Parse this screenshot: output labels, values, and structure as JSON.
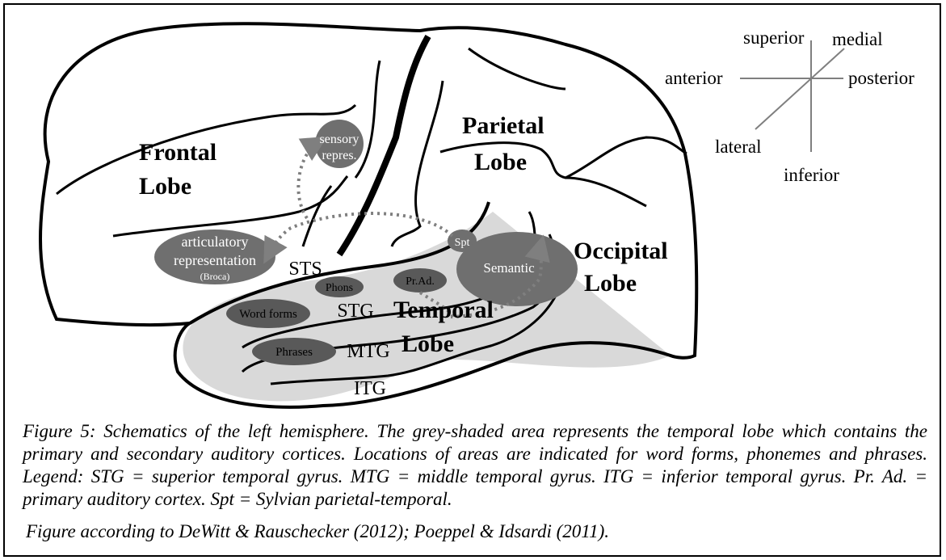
{
  "diagram": {
    "lobes": {
      "frontal": [
        "Frontal",
        "Lobe"
      ],
      "parietal": [
        "Parietal",
        "Lobe"
      ],
      "occipital": [
        "Occipital",
        "Lobe"
      ],
      "temporal": [
        "Temporal",
        "Lobe"
      ]
    },
    "gyri": {
      "sts": "STS",
      "stg": "STG",
      "mtg": "MTG",
      "itg": "ITG"
    },
    "areas": {
      "sensory": [
        "sensory",
        "repres."
      ],
      "articulatory": [
        "articulatory",
        "representation",
        "(Broca)"
      ],
      "spt": "Spt",
      "semantic": "Semantic",
      "phons": "Phons",
      "prad": "Pr.Ad.",
      "word_forms": "Word forms",
      "phrases": "Phrases"
    },
    "orientation": {
      "superior": "superior",
      "medial": "medial",
      "anterior": "anterior",
      "posterior": "posterior",
      "lateral": "lateral",
      "inferior": "inferior"
    },
    "colors": {
      "temporal_shade": "#d9d9d9",
      "area_fill": "#6f6f6f",
      "dark_area_fill": "#595959",
      "arrow": "#7f7f7f"
    }
  },
  "caption": "Figure 5: Schematics of the left hemisphere. The grey-shaded area represents the temporal lobe which contains the primary and secondary auditory cortices. Locations of areas are indicated for word forms, phonemes and phrases. Legend: STG = superior temporal gyrus. MTG = middle temporal gyrus. ITG = inferior temporal gyrus. Pr. Ad. = primary auditory cortex. Spt = Sylvian parietal-temporal.",
  "credit": "Figure according to DeWitt & Rauschecker (2012); Poeppel & Idsardi (2011)."
}
